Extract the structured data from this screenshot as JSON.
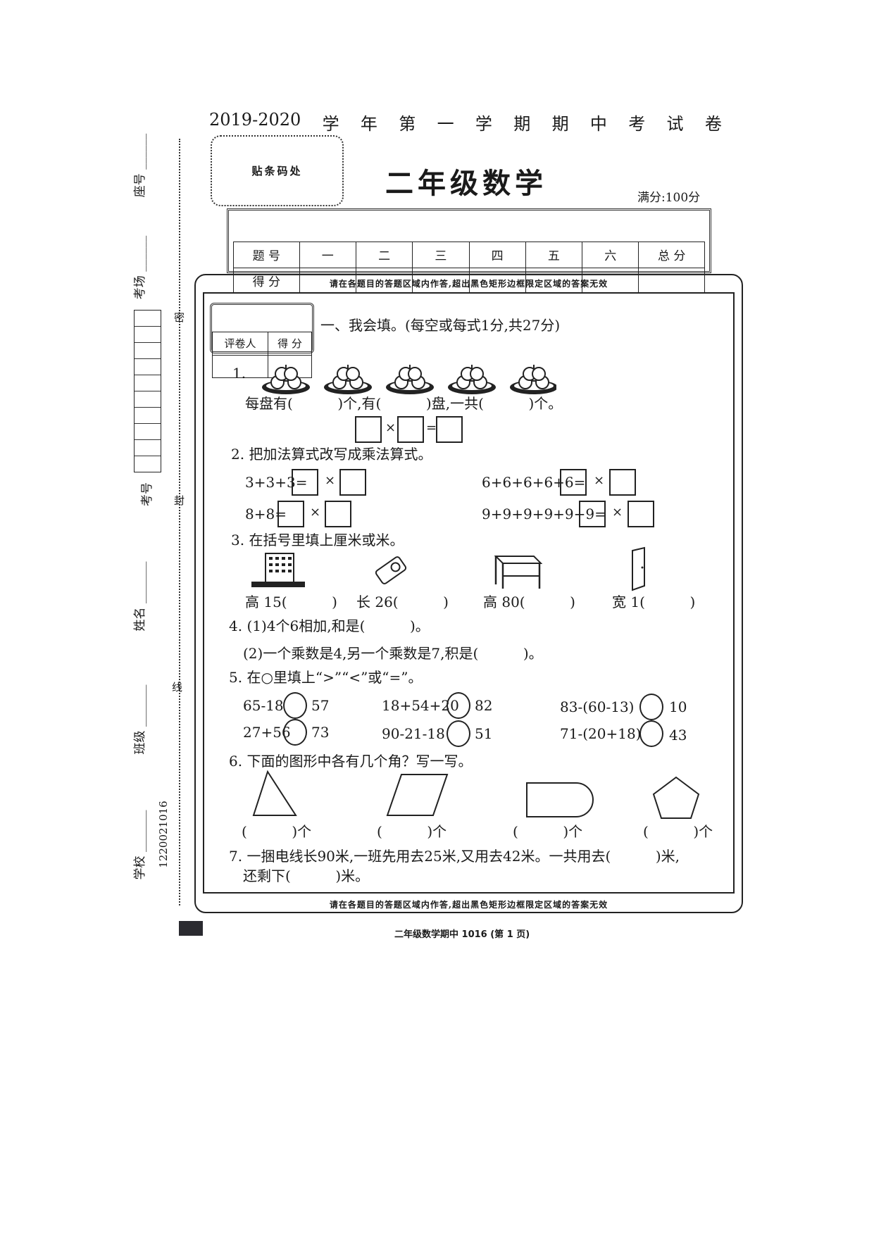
{
  "header": {
    "year": "2019-2020",
    "title_chars": [
      "学",
      "年",
      "第",
      "一",
      "学",
      "期",
      "期",
      "中",
      "考",
      "试",
      "卷"
    ],
    "barcode_label": "贴条码处",
    "subject_title": "二年级数学",
    "full_score": "满分:100分"
  },
  "score_table": {
    "row1": [
      "题 号",
      "一",
      "二",
      "三",
      "四",
      "五",
      "六",
      "总 分"
    ],
    "row2_label": "得 分"
  },
  "notice": "请在各题目的答题区域内作答,超出黑色矩形边框限定区域的答案无效",
  "grader": {
    "reviewer": "评卷人",
    "score": "得 分"
  },
  "section1": {
    "heading": "一、我会填。(每空或每式1分,共27分)",
    "q1": {
      "num": "1.",
      "line": "每盘有(          )个,有(          )盘,一共(          )个。",
      "times": "×",
      "eq": "="
    },
    "q2": {
      "title": "2. 把加法算式改写成乘法算式。",
      "items": [
        "3+3+3=",
        "6+6+6+6+6=",
        "8+8=",
        "9+9+9+9+9+9="
      ],
      "times": "×"
    },
    "q3": {
      "title": "3. 在括号里填上厘米或米。",
      "items": [
        "高 15(          )",
        "长 26(          )",
        "高 80(          )",
        "宽 1(          )"
      ]
    },
    "q4": {
      "p1": "4. (1)4个6相加,和是(          )。",
      "p2": "(2)一个乘数是4,另一个乘数是7,积是(          )。"
    },
    "q5": {
      "title": "5. 在○里填上“>”“<”或“=”。",
      "items": [
        {
          "left": "65-18",
          "right": "57"
        },
        {
          "left": "18+54+20",
          "right": "82"
        },
        {
          "left": "83-(60-13)",
          "right": "10"
        },
        {
          "left": "27+56",
          "right": "73"
        },
        {
          "left": "90-21-18",
          "right": "51"
        },
        {
          "left": "71-(20+18)",
          "right": "43"
        }
      ]
    },
    "q6": {
      "title": "6. 下面的图形中各有几个角？写一写。",
      "answer": "(          )个"
    },
    "q7": {
      "line1": "7. 一捆电线长90米,一班先用去25米,又用去42米。一共用去(          )米,",
      "line2": "还剩下(          )米。"
    }
  },
  "side": {
    "seat": "座号",
    "room": "考场",
    "exam_no": "考号",
    "name": "姓名",
    "class": "班级",
    "school": "学校",
    "code": "1220021016",
    "seal": [
      "密",
      "封",
      "线"
    ]
  },
  "footer": "二年级数学期中 1016 (第 1 页)"
}
